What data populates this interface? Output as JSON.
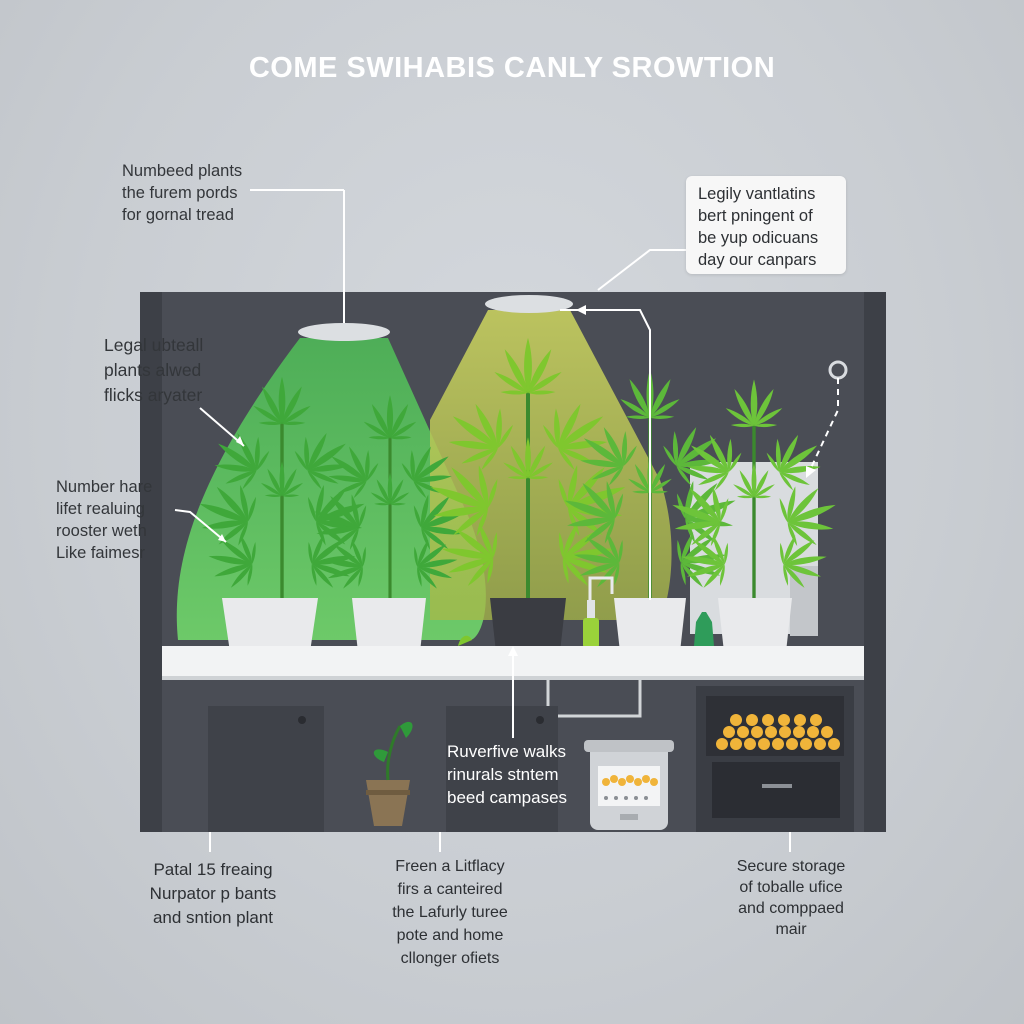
{
  "title": "COME SWIHABIS CANLY SROWTION",
  "annotations": {
    "top_left": [
      "Numbeed plants",
      "the furem pords",
      "for gornal tread"
    ],
    "top_right": [
      "Legily vantlatins",
      "bert pningent of",
      "be yup odicuans",
      "day our canpars"
    ],
    "mid_left": [
      "Legal ubteall",
      "plants alwed",
      "flicks aryater"
    ],
    "low_left": [
      "Number hare",
      "lifet realuing",
      "rooster weth",
      "Like faimesr"
    ],
    "inner_center": [
      "Ruverfive walks",
      "rinurals stntem",
      "beed campases"
    ],
    "bottom_left": [
      "Patal 15 freaing",
      "Nurpator p bants",
      "and sntion plant"
    ],
    "bottom_center": [
      "Freen a Litflacy",
      "firs a canteired",
      "the Lafurly turee",
      "pote and home",
      "cllonger ofiets"
    ],
    "bottom_right": [
      "Secure storage",
      "of toballe ufice",
      "and comppaed",
      "mair"
    ]
  },
  "colors": {
    "background": "#c9cdd2",
    "cabinet": "#4a4d55",
    "shelf": "#f2f3f4",
    "light_green": "#6fd06a",
    "light_yellow": "#c8d060",
    "leaf_green": "#3fa83a",
    "leaf_lime": "#8fd23a",
    "buds": "#f0b43a"
  },
  "icons": [
    "grow-lamp-icon",
    "cannabis-plant-icon",
    "plant-pot-icon",
    "small-seedling-icon",
    "nutrient-bottle-icon",
    "dehydrator-icon",
    "storage-drawer-icon",
    "wall-outlet-icon"
  ]
}
